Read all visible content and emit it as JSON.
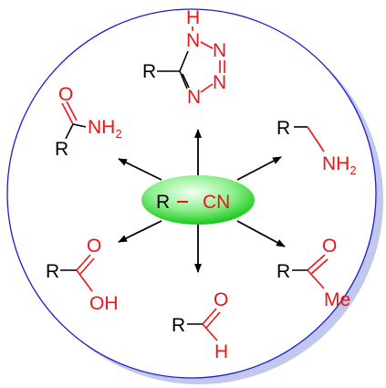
{
  "colors": {
    "circle": "#1b1bd6",
    "shadow": "#b8bde8",
    "hetero": "#e8161b",
    "bond": "#000000",
    "ellipse_center": "#eaffea",
    "ellipse_edge": "#18d018"
  },
  "center": {
    "r": "R",
    "dash": "–",
    "cn": "CN"
  },
  "tetrazole": {
    "r": "R",
    "h": "H",
    "n1": "N",
    "n2": "N",
    "n3": "N",
    "n4": "N"
  },
  "amide": {
    "o": "O",
    "nh": "NH",
    "sub2": "2",
    "r": "R"
  },
  "amine": {
    "r": "R",
    "nh": "NH",
    "sub2": "2"
  },
  "acid": {
    "r": "R",
    "o": "O",
    "oh": "OH"
  },
  "aldehyde": {
    "r": "R",
    "o": "O",
    "h": "H"
  },
  "ketone": {
    "r": "R",
    "o": "O",
    "me": "Me"
  }
}
